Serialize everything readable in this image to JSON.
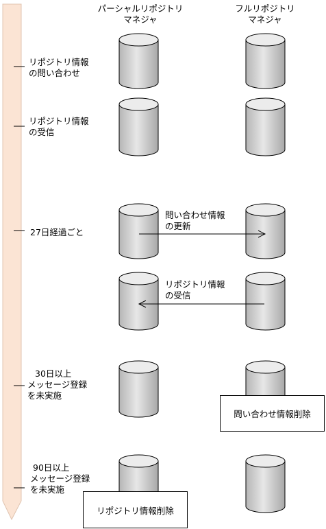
{
  "headers": {
    "partial": [
      "パーシャルリポジトリ",
      "マネジャ"
    ],
    "full": [
      "フルリポジトリ",
      "マネジャ"
    ]
  },
  "timeline": [
    [
      "リポジトリ情報",
      "の問い合わせ"
    ],
    [
      "リポジトリ情報",
      "の受信"
    ],
    [
      "27日経過ごと"
    ],
    [
      "30日以上",
      "メッセージ登録",
      "を未実施"
    ],
    [
      "90日以上",
      "メッセージ登録",
      "を未実施"
    ]
  ],
  "arrows": {
    "update": [
      "問い合わせ情報",
      "の更新"
    ],
    "receive": [
      "リポジトリ情報",
      "の受信"
    ]
  },
  "boxes": {
    "delete_inquiry": "問い合わせ情報削除",
    "delete_repository": "リポジトリ情報削除"
  }
}
